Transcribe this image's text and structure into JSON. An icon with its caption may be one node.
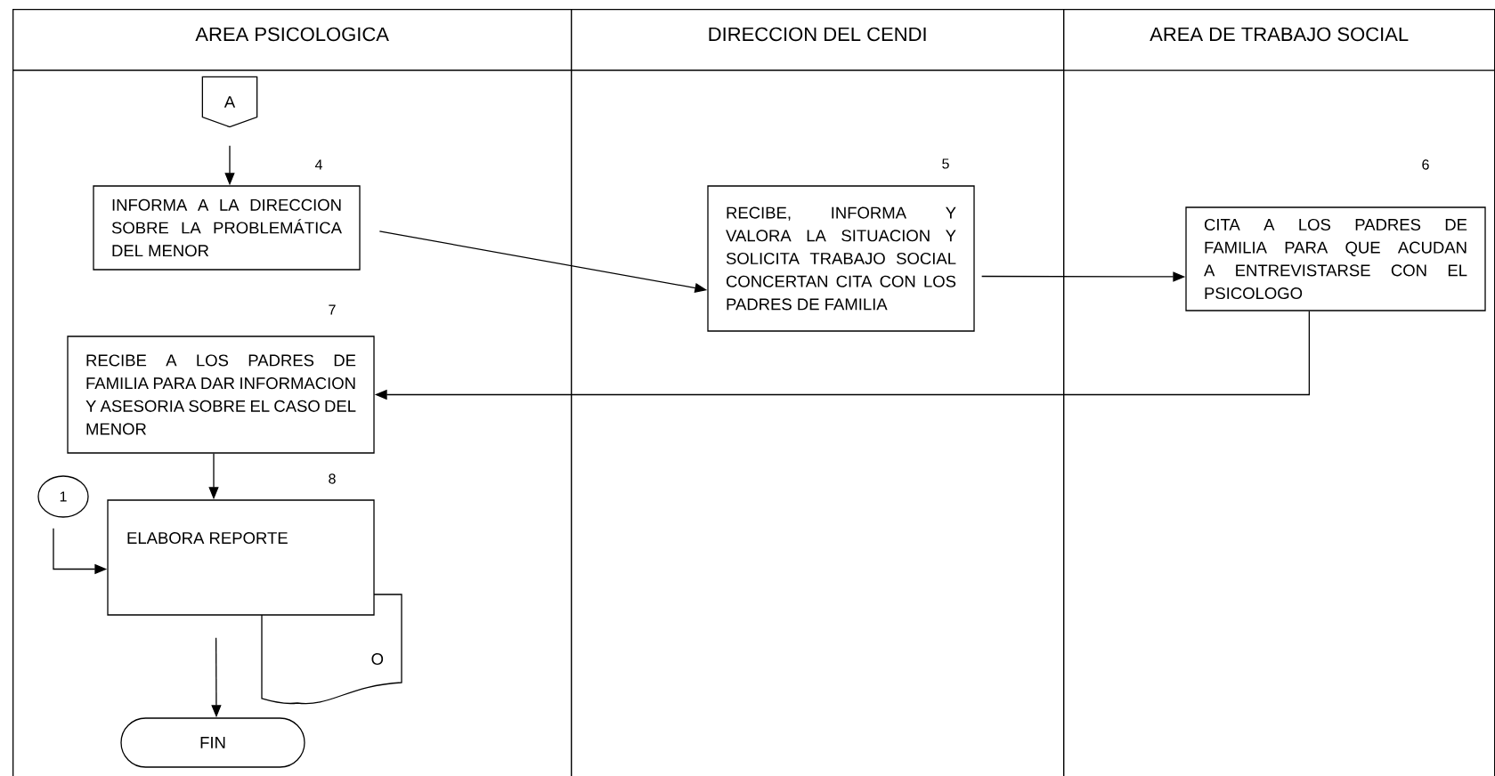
{
  "diagram": {
    "nodes": [
      {
        "text": [
          "AREA PSICOLOGICA"
        ]
      },
      {
        "text": [
          "DIRECCION DEL CENDI"
        ]
      },
      {
        "text": [
          "AREA DE TRABAJO SOCIAL"
        ]
      },
      {
        "text": [
          "A"
        ],
        "in": 0
      },
      {
        "text": [
          "INFORMA A LA DIRECCION SOBRE LA PROBLEMÁTICA DEL MENOR"
        ],
        "beside": [
          "4"
        ],
        "in": 0
      },
      {
        "text": [
          "RECIBE, INFORMA Y VALORA LA SITUACION Y SOLICITA TRABAJO SOCIAL CONCERTAN CITA CON LOS PADRES DE FAMILIA"
        ],
        "beside": [
          "5"
        ],
        "in": 1
      },
      {
        "text": [
          "CITA A LOS PADRES DE FAMILIA PARA QUE ACUDAN A ENTREVISTARSE CON EL PSICOLOGO"
        ],
        "beside": [
          "6"
        ],
        "in": 2
      },
      {
        "text": [
          "RECIBE A LOS PADRES DE FAMILIA PARA DAR INFORMACION Y ASESORIA SOBRE EL CASO DEL MENOR"
        ],
        "beside": [
          "7"
        ],
        "in": 0
      },
      {
        "text": [
          "1"
        ],
        "in": 0
      },
      {
        "text": [
          "ELABORA REPORTE"
        ],
        "beside": [
          "8"
        ],
        "in": 0
      },
      {
        "text": [
          "O"
        ],
        "in": 0
      },
      {
        "text": [
          "FIN"
        ],
        "in": 0
      }
    ],
    "edges": [
      {
        "from": 3,
        "to": 4,
        "arrow": "to"
      },
      {
        "from": 4,
        "to": 5,
        "arrow": "to"
      },
      {
        "from": 5,
        "to": 6,
        "arrow": "to"
      },
      {
        "from": 6,
        "to": 7,
        "arrow": "to"
      },
      {
        "from": 7,
        "to": 9,
        "arrow": "to"
      },
      {
        "from": 8,
        "to": 9,
        "arrow": "to"
      },
      {
        "from": 9,
        "to": 11,
        "arrow": "to"
      }
    ]
  }
}
